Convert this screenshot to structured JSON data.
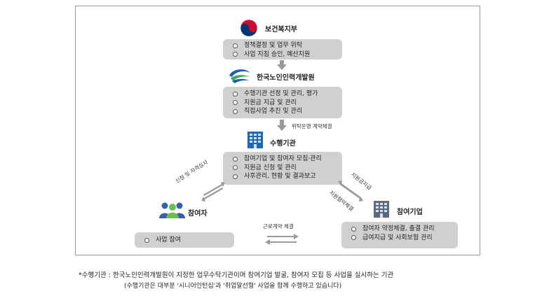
{
  "ministry": {
    "name": "보건복지부",
    "items": [
      "정책결정 및 업무 위탁",
      "사업 지침 승인, 예산지원"
    ]
  },
  "institute": {
    "name": "한국노인인력개발원",
    "items": [
      "수행기관 선정 및 관리, 평가",
      "지원금 지급 및 관리",
      "직접사업 추진 및 관리"
    ]
  },
  "contract_label": "위탁운영 계약체결",
  "agency": {
    "name": "수행기관",
    "items": [
      "참여기업 및 참여자 모집·관리",
      "지원금 신청 및 관리",
      "사후관리, 현황 및 결과보고"
    ]
  },
  "participant": {
    "name": "참여자",
    "items": [
      "사업 참여"
    ]
  },
  "company": {
    "name": "참여기업",
    "items": [
      "참여자 약정체결, 출결 관리",
      "급여지급 및 사회보험 관리"
    ]
  },
  "left_link_label": "신청 및 자격심사",
  "right_link_label_top": "지원금지급",
  "right_link_label_bottom": "지원협약체결",
  "bottom_link_label": "근로계약 체결",
  "footnote": {
    "line1": "*수행기관 : 한국노인인력개발원이 지정한 업무수탁기관이며 참여기업 발굴, 참여자 모집 등 사업을 실시하는 기관",
    "line2": "(수행기관은 대부분 '시니어인턴십'과 '취업알선형' 사업을 함께 수행하고 있습니다)"
  },
  "colors": {
    "box": "#d0d0d0",
    "arrow": "#9a9a9a",
    "building": "#1f66b3"
  }
}
